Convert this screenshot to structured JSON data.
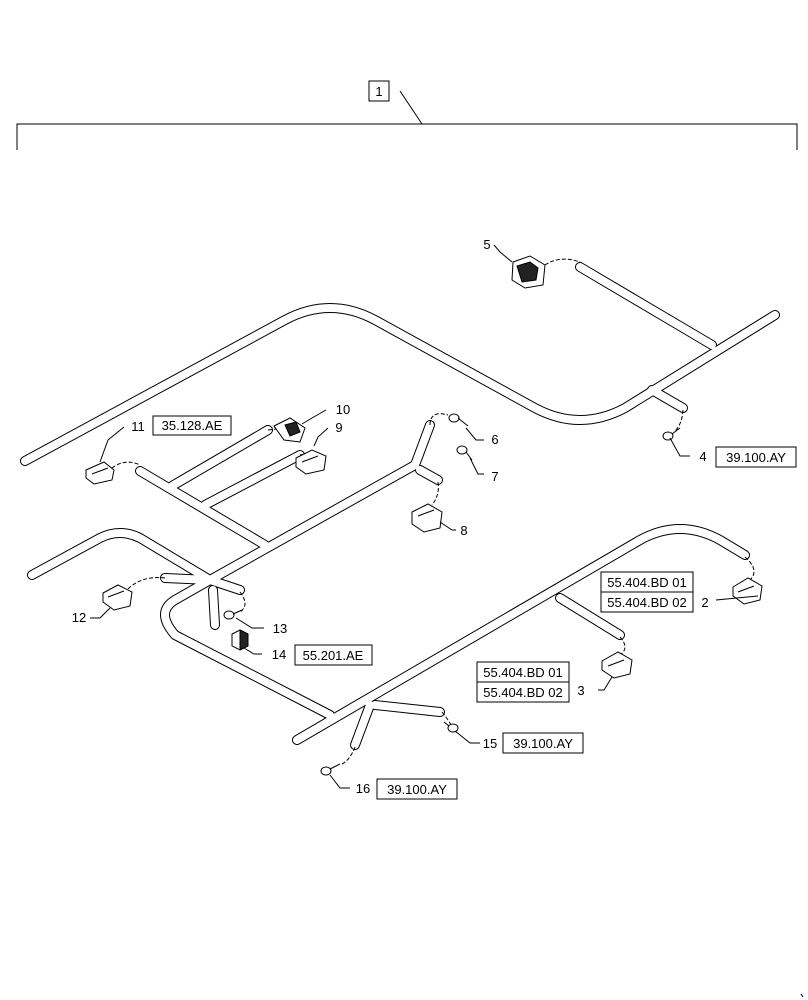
{
  "diagram": {
    "assembly_callout": "1",
    "callouts": [
      {
        "id": "c2",
        "number": "2",
        "refs": [
          "55.404.BD 01",
          "55.404.BD 02"
        ]
      },
      {
        "id": "c3",
        "number": "3",
        "refs": [
          "55.404.BD 01",
          "55.404.BD 02"
        ]
      },
      {
        "id": "c4",
        "number": "4",
        "refs": [
          "39.100.AY"
        ]
      },
      {
        "id": "c5",
        "number": "5",
        "refs": []
      },
      {
        "id": "c6",
        "number": "6",
        "refs": []
      },
      {
        "id": "c7",
        "number": "7",
        "refs": []
      },
      {
        "id": "c8",
        "number": "8",
        "refs": []
      },
      {
        "id": "c9",
        "number": "9",
        "refs": []
      },
      {
        "id": "c10",
        "number": "10",
        "refs": []
      },
      {
        "id": "c11",
        "number": "11",
        "refs": [
          "35.128.AE"
        ]
      },
      {
        "id": "c12",
        "number": "12",
        "refs": []
      },
      {
        "id": "c13",
        "number": "13",
        "refs": []
      },
      {
        "id": "c14",
        "number": "14",
        "refs": [
          "55.201.AE"
        ]
      },
      {
        "id": "c15",
        "number": "15",
        "refs": [
          "39.100.AY"
        ]
      },
      {
        "id": "c16",
        "number": "16",
        "refs": [
          "39.100.AY"
        ]
      }
    ]
  }
}
